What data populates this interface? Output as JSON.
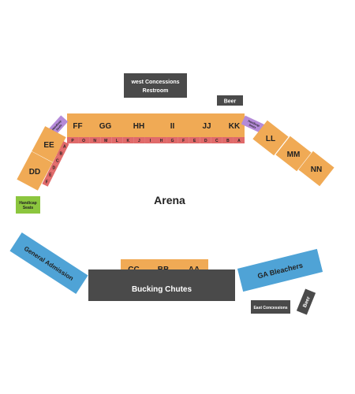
{
  "colors": {
    "section": "#f0aa55",
    "row": "#e06a6a",
    "dark": "#4a4a4a",
    "blue": "#4fa3d6",
    "purple": "#b48ad8",
    "green": "#8cc63e"
  },
  "venue": {
    "arena": "Arena",
    "west_concessions": [
      "west Concessions",
      "Restroom"
    ],
    "beer_top": "Beer",
    "beer_bottom": "Beer",
    "east_concessions": "East Concessions",
    "bucking_chutes": "Bucking Chutes",
    "general_admission": "General Admission",
    "ga_bleachers": "GA Bleachers",
    "handicap_seats": [
      "Handicap",
      "Seats"
    ],
    "ada_left": [
      "Handicap",
      "Seats"
    ],
    "ada_right": [
      "Handicap",
      "Seats"
    ]
  },
  "sections_top": [
    "FF",
    "GG",
    "HH",
    "II",
    "JJ",
    "KK"
  ],
  "top_rows": [
    "P",
    "O",
    "N",
    "M",
    "L",
    "K",
    "J",
    "I",
    "H",
    "G",
    "F",
    "E",
    "D",
    "C",
    "B",
    "A"
  ],
  "sections_left": [
    "EE",
    "DD"
  ],
  "left_rows": [
    "A",
    "B",
    "C",
    "D",
    "E",
    "F"
  ],
  "sections_right": [
    "LL",
    "MM",
    "NN"
  ],
  "sections_bottom": [
    "CC",
    "BB",
    "AA"
  ]
}
